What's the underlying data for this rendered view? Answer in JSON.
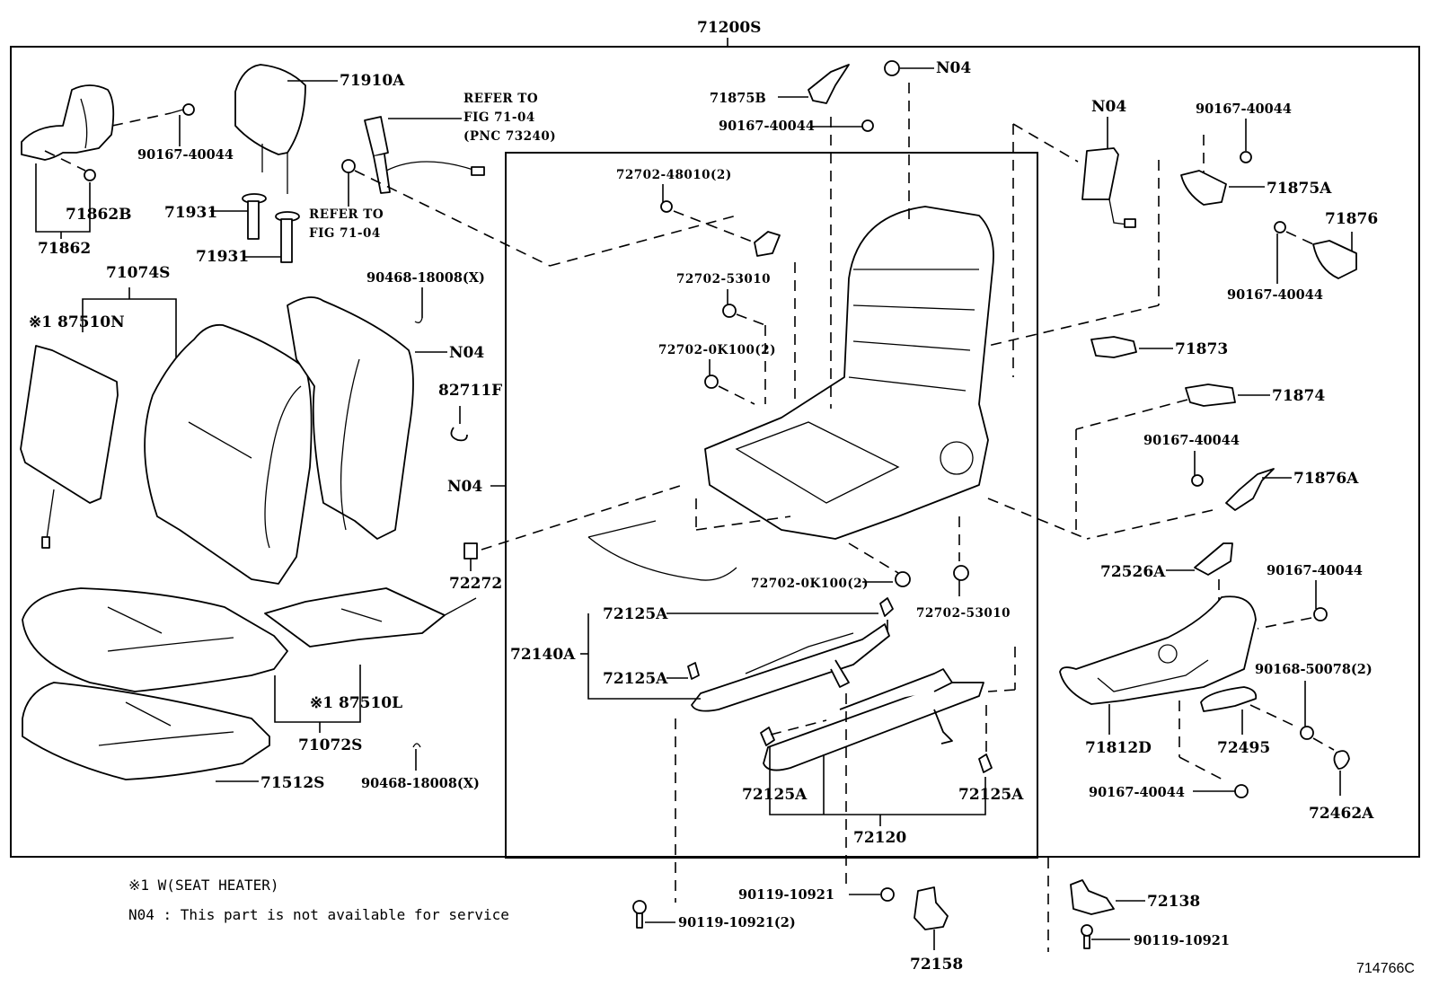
{
  "diagram": {
    "title_part": "71200S",
    "figure_id": "714766C",
    "notes": [
      "※1 W(SEAT HEATER)",
      "N04 : This part is not available for service"
    ],
    "labels": {
      "p71200S": "71200S",
      "p71910A": "71910A",
      "p90167_40044_a": "90167-40044",
      "p71862B": "71862B",
      "p71862": "71862",
      "p71931_a": "71931",
      "p71931_b": "71931",
      "refer_a_1": "REFER TO",
      "refer_a_2": "FIG 71-04",
      "refer_a_3": "(PNC 73240)",
      "refer_b_1": "REFER TO",
      "refer_b_2": "FIG 71-04",
      "p71074S": "71074S",
      "p87510N": "※1 87510N",
      "p90468_18008_a": "90468-18008(X)",
      "pN04_a": "N04",
      "p82711F": "82711F",
      "pN04_b": "N04",
      "p72272": "72272",
      "p87510L": "※1 87510L",
      "p71072S": "71072S",
      "p71512S": "71512S",
      "p90468_18008_b": "90468-18008(X)",
      "p71875B": "71875B",
      "p90167_40044_b": "90167-40044",
      "pN04_c": "N04",
      "p72702_48010": "72702-48010(2)",
      "p72702_53010_a": "72702-53010",
      "p72702_0K100_a": "72702-0K100(2)",
      "p72702_0K100_b": "72702-0K100(2)",
      "p72702_53010_b": "72702-53010",
      "p72125A_a": "72125A",
      "p72140A": "72140A",
      "p72125A_b": "72125A",
      "p72125A_c": "72125A",
      "p72125A_d": "72125A",
      "p72120": "72120",
      "pN04_d": "N04",
      "p90167_40044_c": "90167-40044",
      "p71875A": "71875A",
      "p71876": "71876",
      "p90167_40044_d": "90167-40044",
      "p71873": "71873",
      "p71874": "71874",
      "p90167_40044_e": "90167-40044",
      "p71876A": "71876A",
      "p72526A": "72526A",
      "p90167_40044_f": "90167-40044",
      "p90168_50078": "90168-50078(2)",
      "p71812D": "71812D",
      "p72495": "72495",
      "p90167_40044_g": "90167-40044",
      "p72462A": "72462A",
      "p90119_10921_a": "90119-10921",
      "p90119_10921_b": "90119-10921(2)",
      "p72158": "72158",
      "p72138": "72138",
      "p90119_10921_c": "90119-10921"
    }
  }
}
